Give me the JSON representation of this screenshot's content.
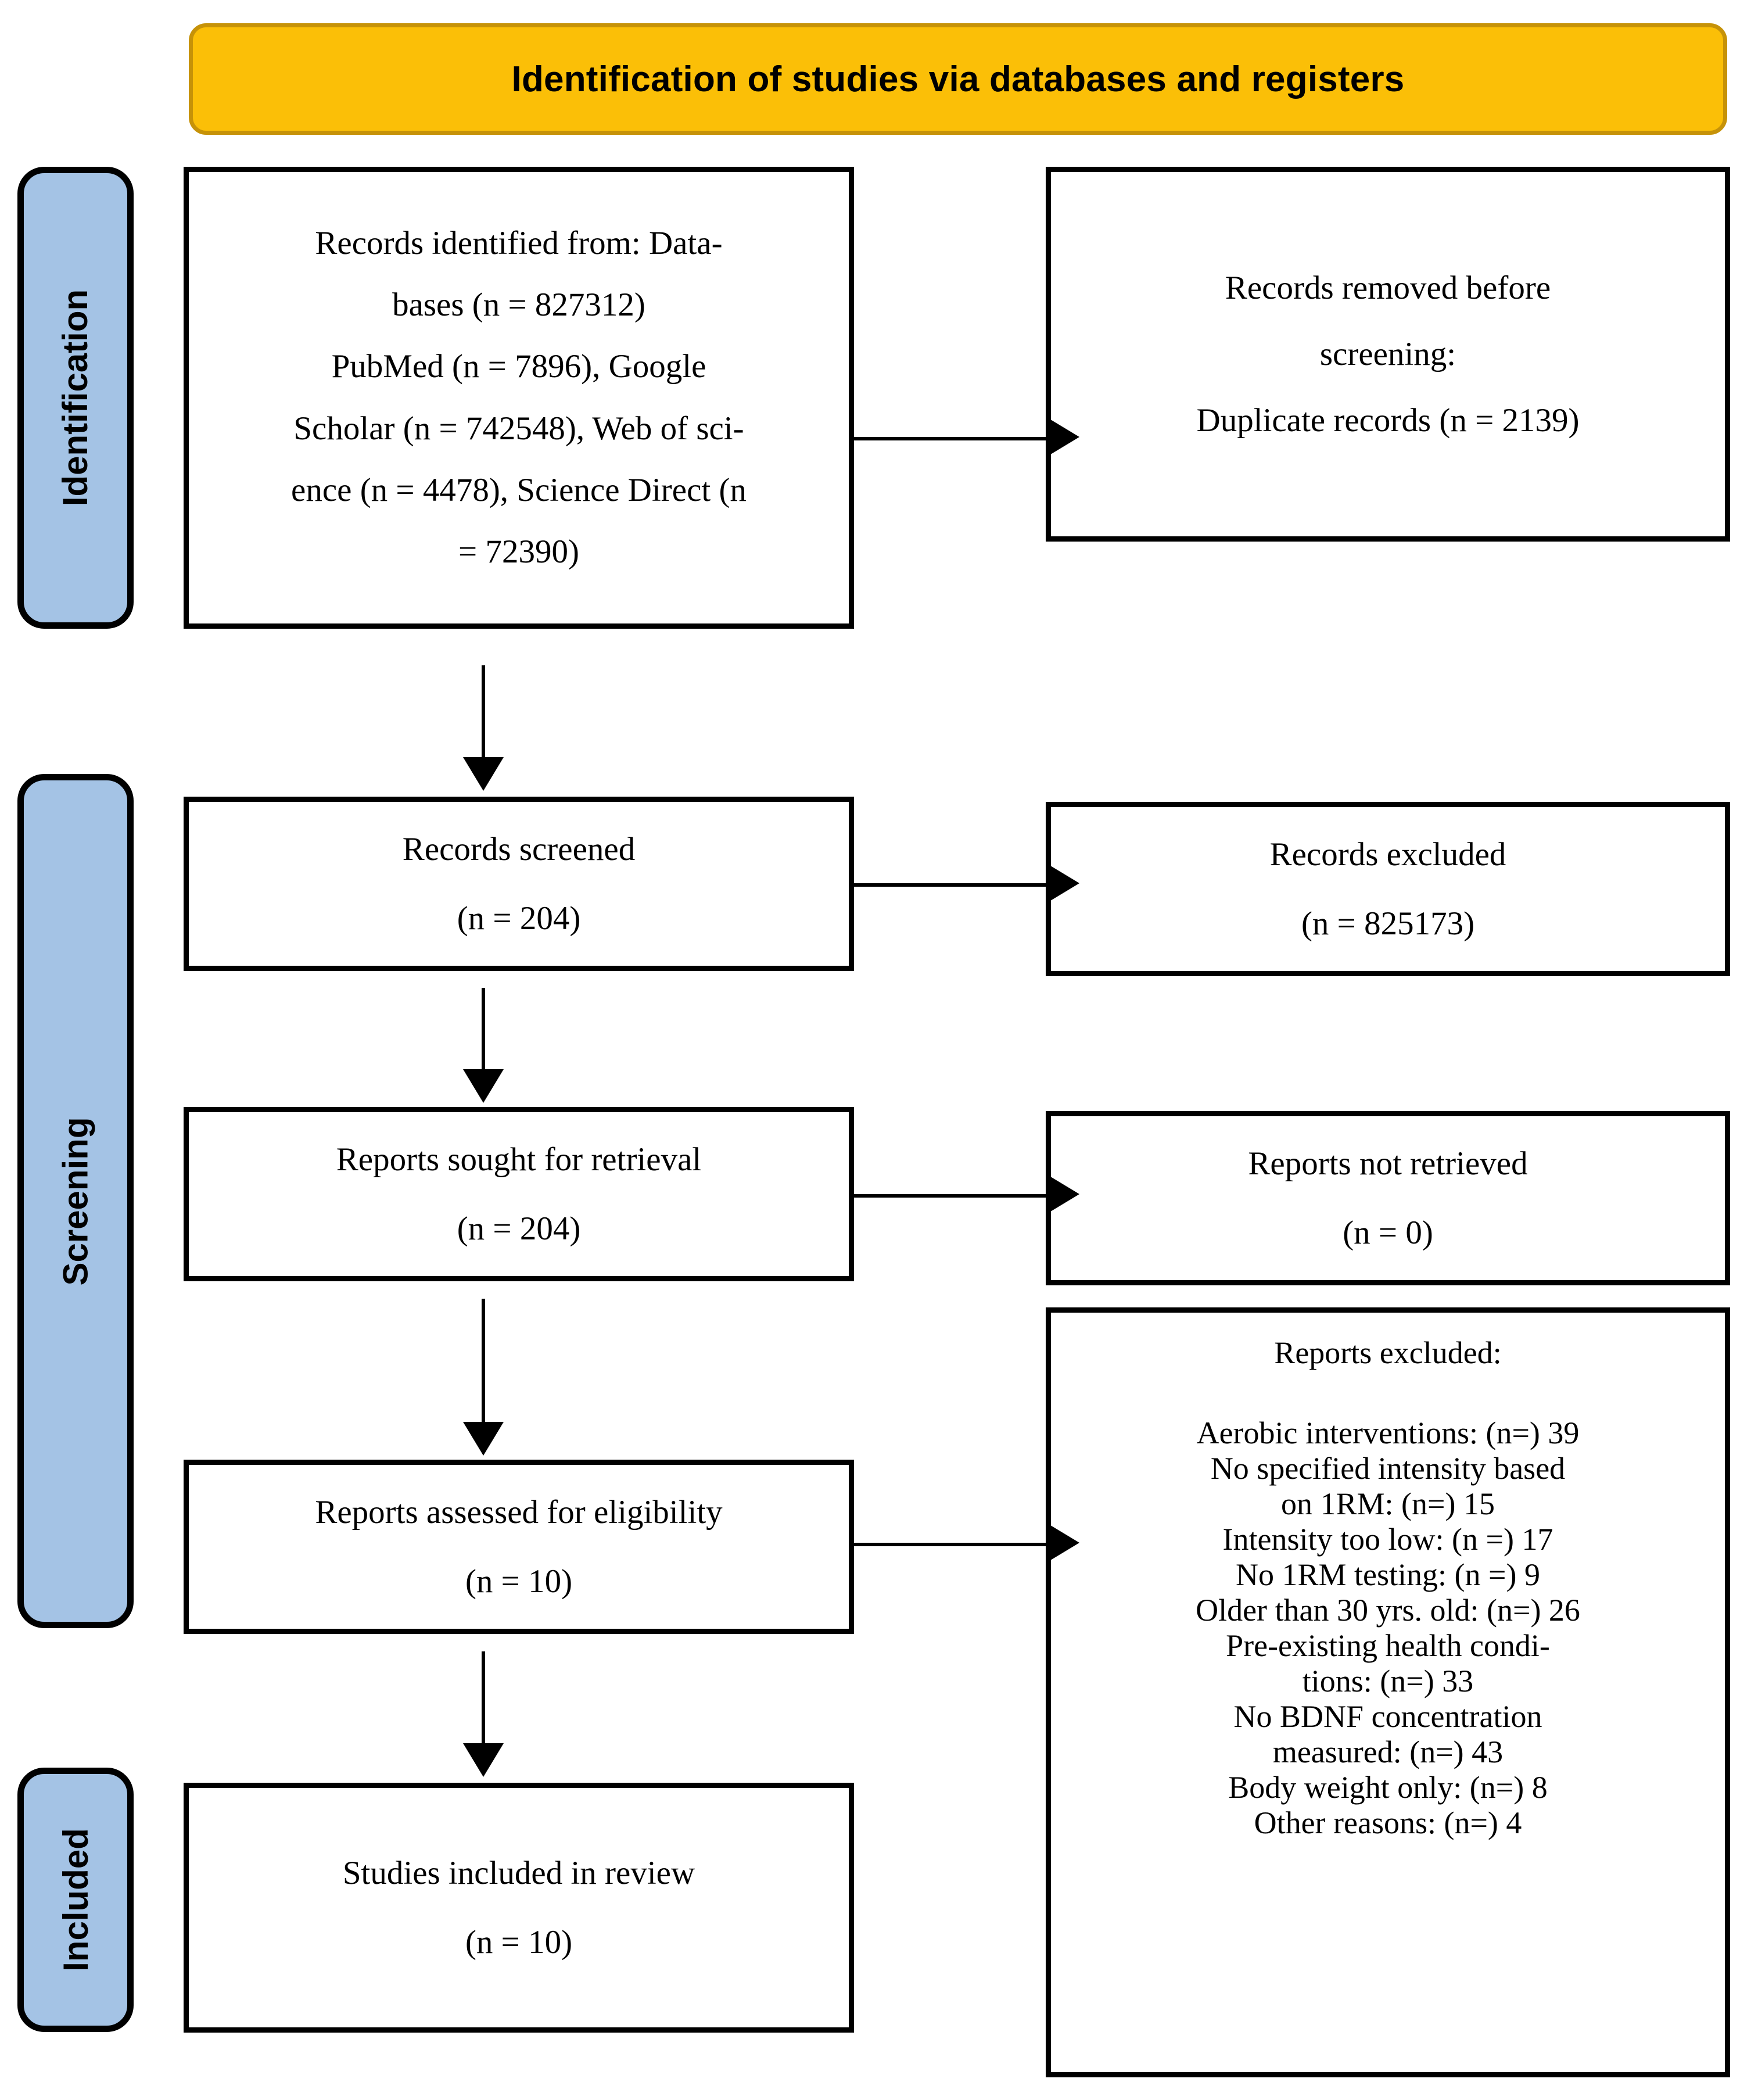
{
  "banner": {
    "title": "Identification of studies via databases and registers",
    "fill_color": "#FBBF07",
    "border_color": "#C69208"
  },
  "rails": {
    "fill_color": "#A4C3E5",
    "identification": "Identification",
    "screening": "Screening",
    "included": "Included"
  },
  "boxes": {
    "records_identified": {
      "lines": [
        "Records identified from: Data-",
        "bases (n = 827312)",
        "PubMed (n = 7896), Google",
        "Scholar (n = 742548), Web of sci-",
        "ence (n = 4478), Science Direct (n",
        "= 72390)"
      ]
    },
    "records_removed": {
      "lines": [
        "Records removed before",
        "screening:",
        "Duplicate records (n = 2139)"
      ]
    },
    "records_screened": {
      "label": "Records screened",
      "count": "(n = 204)"
    },
    "records_excluded": {
      "label": "Records excluded",
      "count": "(n = 825173)"
    },
    "reports_sought": {
      "label": "Reports sought for retrieval",
      "count": "(n = 204)"
    },
    "reports_not_retrieved": {
      "label": "Reports not retrieved",
      "count": "(n = 0)"
    },
    "reports_assessed": {
      "label": "Reports assessed for eligibility",
      "count": "(n = 10)"
    },
    "reports_excluded": {
      "heading": "Reports excluded:",
      "reasons": [
        "Aerobic interventions: (n=) 39",
        "No specified intensity based",
        "on 1RM: (n=) 15",
        "Intensity too low: (n =) 17",
        "No 1RM testing: (n =) 9",
        "Older than 30 yrs. old: (n=) 26",
        "Pre-existing health condi-",
        "tions: (n=) 33",
        "No BDNF concentration",
        "measured: (n=) 43",
        "Body weight only: (n=) 8",
        "Other reasons: (n=) 4"
      ]
    },
    "studies_included": {
      "label": "Studies included in review",
      "count": "(n = 10)"
    }
  }
}
